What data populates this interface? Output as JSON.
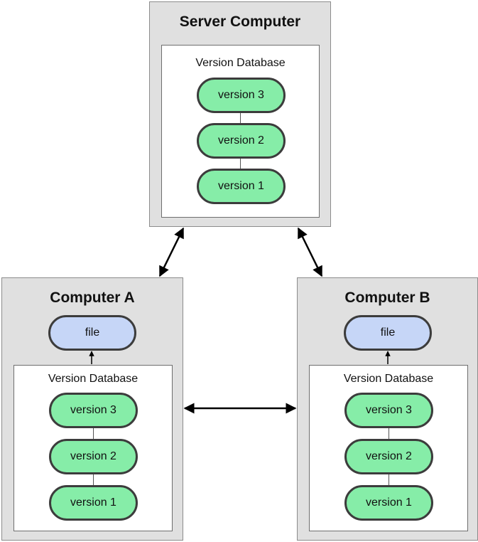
{
  "server": {
    "title": "Server Computer",
    "db_label": "Version Database",
    "versions": [
      "version 3",
      "version 2",
      "version 1"
    ]
  },
  "computer_a": {
    "title": "Computer A",
    "file_label": "file",
    "db_label": "Version Database",
    "versions": [
      "version 3",
      "version 2",
      "version 1"
    ]
  },
  "computer_b": {
    "title": "Computer B",
    "file_label": "file",
    "db_label": "Version Database",
    "versions": [
      "version 3",
      "version 2",
      "version 1"
    ]
  },
  "colors": {
    "computer_bg": "#e0e0e0",
    "version_fill": "#86eda8",
    "file_fill": "#c6d6f7",
    "pill_border": "#3c3c3c"
  }
}
